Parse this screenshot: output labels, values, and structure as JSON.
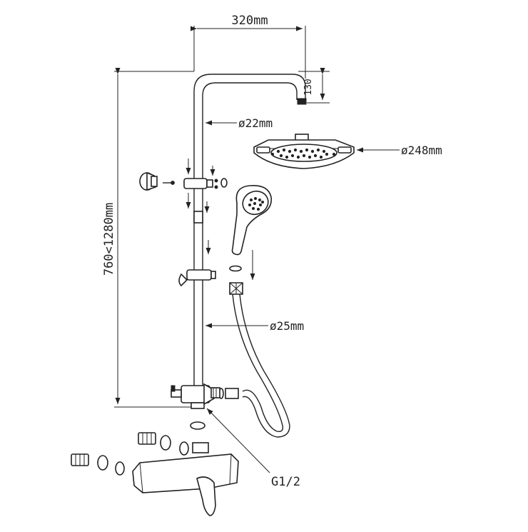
{
  "dimensions": {
    "arm_width": "320mm",
    "arm_drop": "130",
    "arm_diameter": "ø22mm",
    "head_diameter": "ø248mm",
    "column_height": "760<1280mm",
    "column_diameter": "ø25mm",
    "inlet_thread": "G1/2"
  },
  "colors": {
    "line": "#222222",
    "background": "#ffffff"
  }
}
